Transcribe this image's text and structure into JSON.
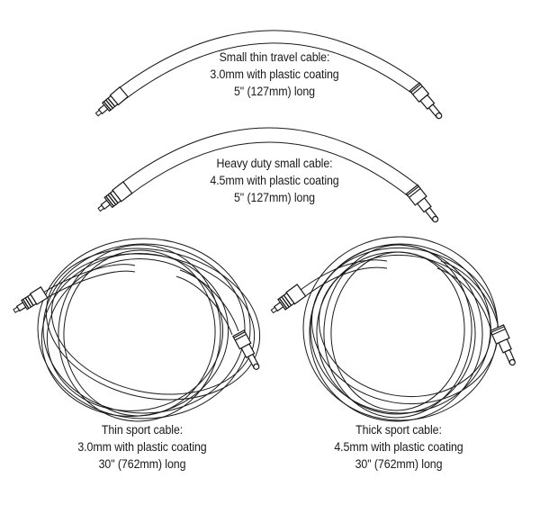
{
  "cables": [
    {
      "id": "small-thin-travel",
      "name": "Small thin travel cable:",
      "spec": "3.0mm with plastic coating",
      "length": "5\" (127mm) long",
      "style": "short",
      "thickness": "thin"
    },
    {
      "id": "heavy-duty-small",
      "name": "Heavy duty small cable:",
      "spec": "4.5mm with plastic coating",
      "length": "5\" (127mm) long",
      "style": "short",
      "thickness": "thick"
    },
    {
      "id": "thin-sport",
      "name": "Thin sport cable:",
      "spec": "3.0mm with plastic coating",
      "length": "30\" (762mm) long",
      "style": "coiled",
      "thickness": "thin"
    },
    {
      "id": "thick-sport",
      "name": "Thick sport cable:",
      "spec": "4.5mm with plastic coating",
      "length": "30\" (762mm) long",
      "style": "coiled",
      "thickness": "thick"
    }
  ],
  "colors": {
    "line": "#1a1a1a",
    "fill": "#ffffff"
  }
}
